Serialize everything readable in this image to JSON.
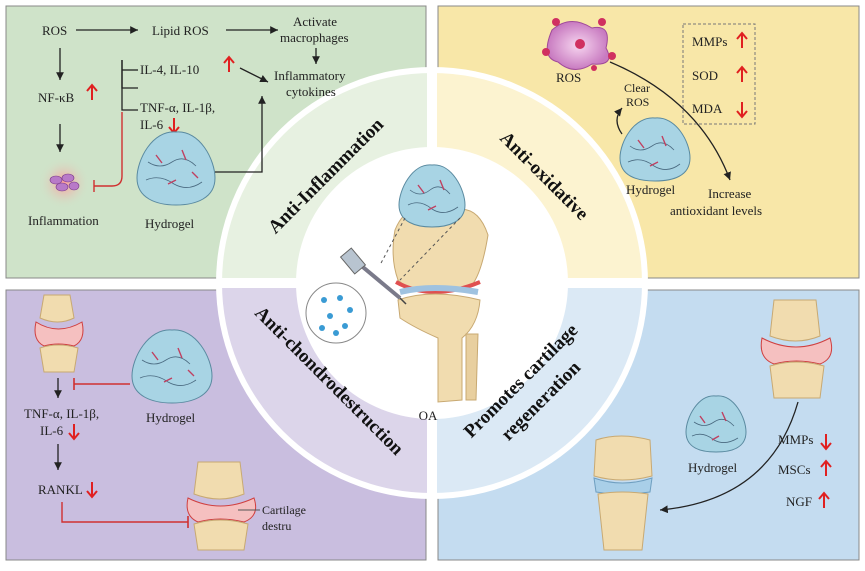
{
  "quadrants": {
    "inflammation": {
      "ros": "ROS",
      "lipid_ros": "Lipid ROS",
      "activate_1": "Activate",
      "activate_2": "macrophages",
      "il": "IL-4, IL-10",
      "inflam_1": "Inflammatory",
      "inflam_2": "cytokines",
      "nfkb": "NF-κB",
      "tnf_1": "TNF-α, IL-1β,",
      "tnf_2": "IL-6",
      "inflammation": "Inflammation",
      "hydrogel": "Hydrogel"
    },
    "oxidative": {
      "ros": "ROS",
      "clear_1": "Clear",
      "clear_2": "ROS",
      "mmps": "MMPs",
      "sod": "SOD",
      "mda": "MDA",
      "hydrogel": "Hydrogel",
      "increase_1": "Increase",
      "increase_2": "antioxidant levels"
    },
    "chondro": {
      "hydrogel": "Hydrogel",
      "tnf_1": "TNF-α, IL-1β,",
      "tnf_2": "IL-6",
      "rankl": "RANKL",
      "cart_1": "Cartilage",
      "cart_2": "destru"
    },
    "regen": {
      "hydrogel": "Hydrogel",
      "mmps": "MMPs",
      "mscs": "MSCs",
      "ngf": "NGF"
    }
  },
  "segments": {
    "anti_inflammation": "Anti-Inflammation",
    "anti_oxidative": "Anti-oxidative",
    "anti_chondro": "Anti-chondrodestruction",
    "promotes_1": "Promotes cartilage",
    "promotes_2": "regeneration"
  },
  "center": {
    "oa": "OA"
  },
  "colors": {
    "inflammation_bg": "#cfe3c9",
    "oxidative_bg": "#f8e7a8",
    "chondro_bg": "#c9bedf",
    "regen_bg": "#c4dcf0",
    "up_arrow": "#e02020",
    "hydrogel": "#a8d4e4"
  }
}
